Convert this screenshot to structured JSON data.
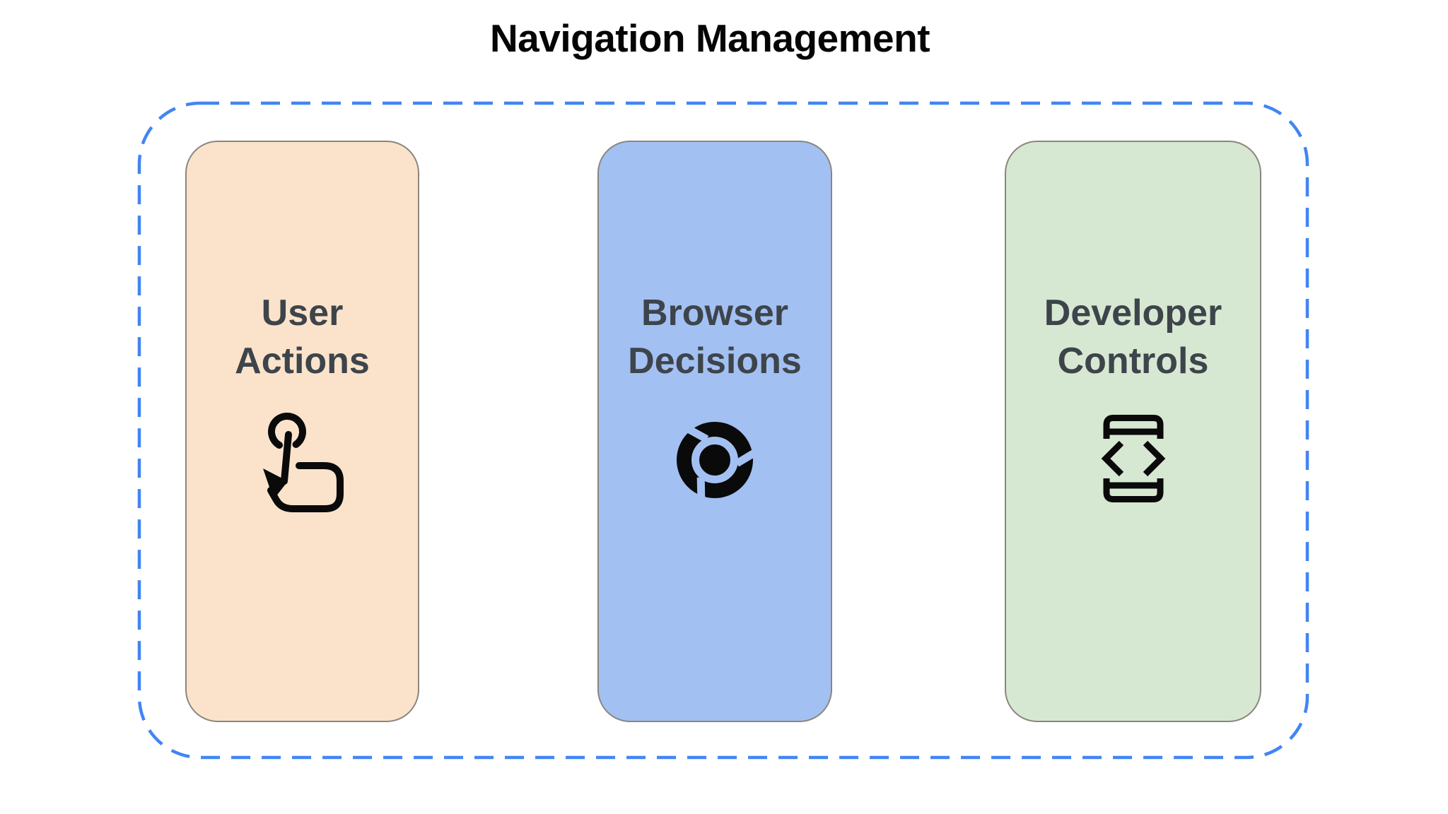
{
  "title": "Navigation Management",
  "group": {
    "name": "navigation-management-group",
    "border_style": "dashed"
  },
  "cards": [
    {
      "label": "User Actions",
      "label_lines": [
        "User",
        "Actions"
      ],
      "icon": "touch-gesture-icon",
      "bg": "#FBE3CB"
    },
    {
      "label": "Browser Decisions",
      "label_lines": [
        "Browser",
        "Decisions"
      ],
      "icon": "chrome-browser-icon",
      "bg": "#A3C0F2"
    },
    {
      "label": "Developer Controls",
      "label_lines": [
        "Developer",
        "Controls"
      ],
      "icon": "developer-mode-icon",
      "bg": "#D7E8D2"
    }
  ],
  "colors": {
    "dashed_border": "#4285F4",
    "card_border": "#8A867C",
    "label_text": "#3D444B",
    "title_text": "#050505",
    "icon": "#0A0A0A"
  }
}
